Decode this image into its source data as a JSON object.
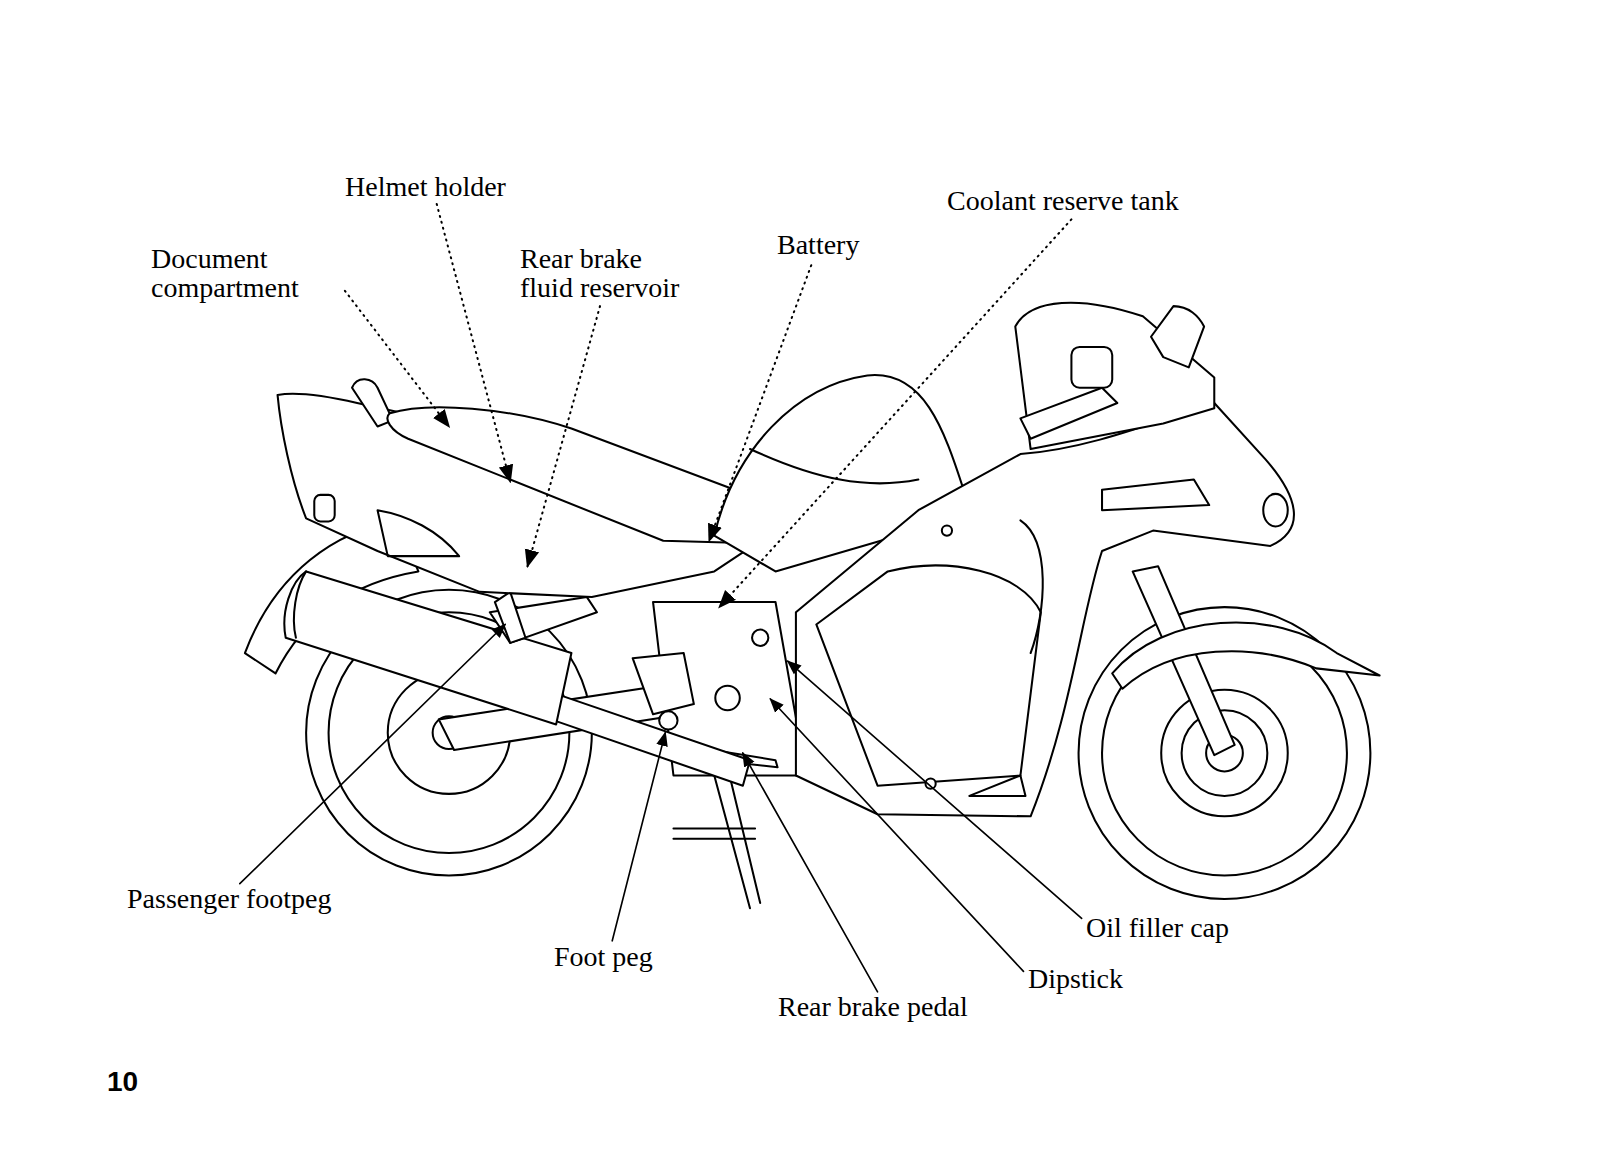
{
  "diagram": {
    "labels": [
      "Helmet holder",
      "Document compartment",
      "Rear brake fluid reservoir",
      "Battery",
      "Coolant reserve tank",
      "Passenger footpeg",
      "Foot peg",
      "Oil filler cap",
      "Dipstick",
      "Rear brake pedal",
      "10"
    ]
  }
}
